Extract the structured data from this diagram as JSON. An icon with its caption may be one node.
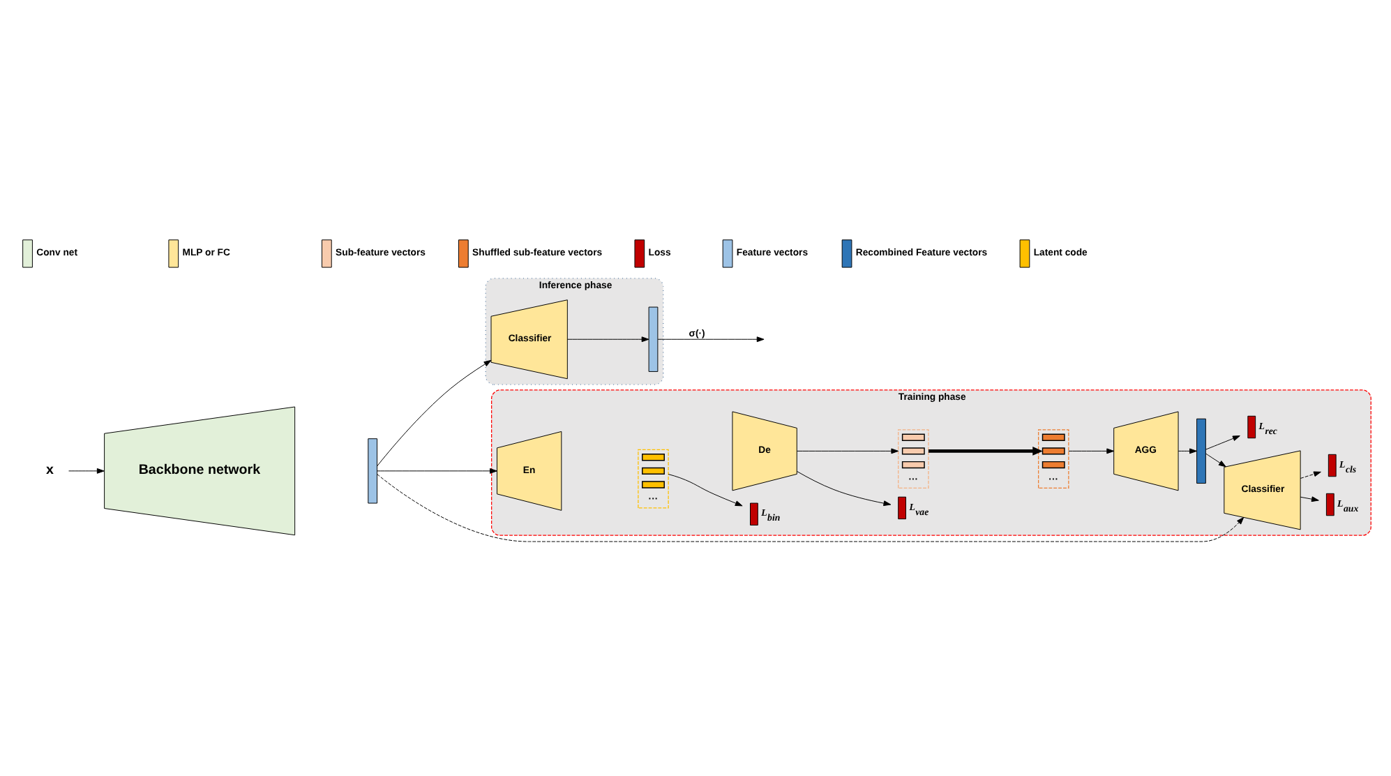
{
  "diagram": {
    "nodes": [
      {
        "text": [
          "x"
        ]
      },
      {
        "text": [
          "Backbone network"
        ]
      },
      {
        "text": [],
        "shape": "bar"
      },
      {
        "text": [
          "Inference phase"
        ]
      },
      {
        "text": [
          "Classifier"
        ],
        "in": 3
      },
      {
        "text": [],
        "shape": "bar",
        "in": 3
      },
      {
        "text": [
          "Training phase"
        ]
      },
      {
        "text": [
          "En"
        ],
        "in": 6
      },
      {
        "text": [
          "···"
        ],
        "in": 6
      },
      {
        "text": [],
        "shape": "bar",
        "in": 8
      },
      {
        "text": [],
        "shape": "bar",
        "in": 8
      },
      {
        "text": [],
        "shape": "bar",
        "in": 8
      },
      {
        "text": [],
        "shape": "bar",
        "in": 6,
        "beside": [
          "L$_{bin}$"
        ]
      },
      {
        "text": [
          "De"
        ],
        "in": 6
      },
      {
        "text": [],
        "shape": "bar",
        "in": 6,
        "beside": [
          "L$_{vae}$"
        ]
      },
      {
        "text": [
          "···"
        ],
        "in": 6
      },
      {
        "text": [],
        "shape": "bar",
        "in": 15
      },
      {
        "text": [],
        "shape": "bar",
        "in": 15
      },
      {
        "text": [],
        "shape": "bar",
        "in": 15
      },
      {
        "text": [
          "···"
        ],
        "in": 6
      },
      {
        "text": [],
        "shape": "bar",
        "in": 19
      },
      {
        "text": [],
        "shape": "bar",
        "in": 19
      },
      {
        "text": [],
        "shape": "bar",
        "in": 19
      },
      {
        "text": [
          "AGG"
        ],
        "in": 6
      },
      {
        "text": [],
        "shape": "bar",
        "in": 6
      },
      {
        "text": [],
        "shape": "bar",
        "in": 6,
        "beside": [
          "L$_{rec}$"
        ]
      },
      {
        "text": [
          "Classifier"
        ],
        "in": 6
      },
      {
        "text": [],
        "shape": "bar",
        "in": 6,
        "beside": [
          "L$_{aux}$"
        ]
      },
      {
        "text": [],
        "shape": "bar",
        "in": 6,
        "beside": [
          "L$_{cls}$"
        ]
      }
    ],
    "edges": [
      {
        "from": 0,
        "to": 1,
        "arrow": "to"
      },
      {
        "from": 2,
        "to": 4,
        "arrow": "to"
      },
      {
        "from": 4,
        "to": 5,
        "arrow": "to"
      },
      {
        "from": 5,
        "to": null,
        "arrow": "to",
        "label": "σ(·)"
      },
      {
        "from": 2,
        "to": 7,
        "arrow": "to"
      },
      {
        "from": 8,
        "to": 12,
        "arrow": "to"
      },
      {
        "from": 13,
        "to": 14,
        "arrow": "to"
      },
      {
        "from": 13,
        "to": 15,
        "arrow": "to"
      },
      {
        "from": 15,
        "to": 19,
        "arrow": "to",
        "style": "thick"
      },
      {
        "from": 19,
        "to": 23,
        "arrow": "to"
      },
      {
        "from": 23,
        "to": 24,
        "arrow": "to"
      },
      {
        "from": 24,
        "to": 25,
        "arrow": "to"
      },
      {
        "from": 24,
        "to": 26,
        "arrow": "to"
      },
      {
        "from": 26,
        "to": 27,
        "arrow": "to"
      },
      {
        "from": 26,
        "to": 28,
        "arrow": "to",
        "style": "dashed"
      },
      {
        "from": 2,
        "to": 26,
        "arrow": "to",
        "style": "dashed"
      }
    ],
    "legend": [
      {
        "text": "Conv net"
      },
      {
        "text": "MLP or FC"
      },
      {
        "text": "Sub-feature vectors",
        "color": "#f8cbad"
      },
      {
        "text": "Shuffled sub-feature vectors",
        "color": "#ed7d31"
      },
      {
        "text": "Loss",
        "color": "#c00000"
      },
      {
        "text": "Feature vectors",
        "color": "#9dc3e6"
      },
      {
        "text": "Recombined Feature vectors",
        "color": "#2e75b6"
      },
      {
        "text": "Latent code",
        "color": "#ffc000"
      }
    ]
  }
}
